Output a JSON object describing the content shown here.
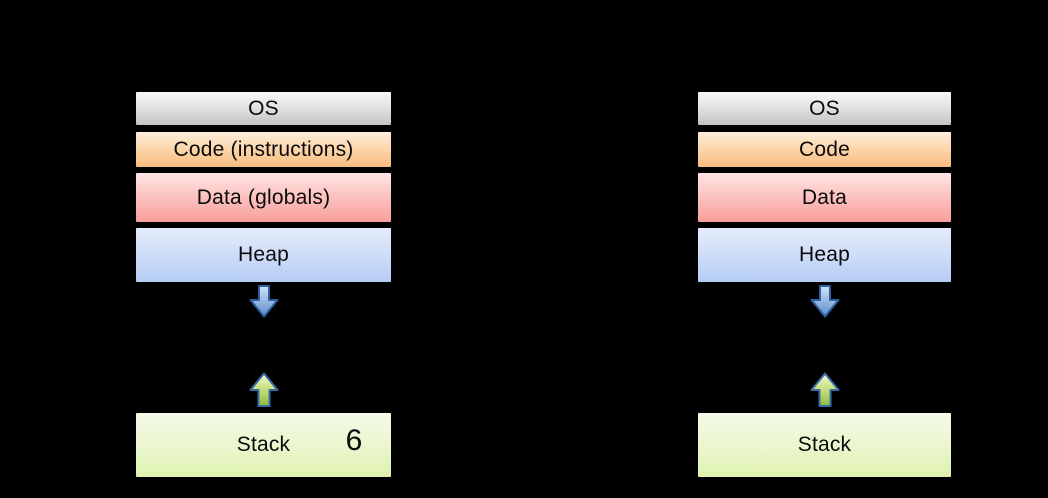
{
  "canvas": {
    "background": "#000000"
  },
  "slide_number": "6",
  "palette": {
    "os_top": "#f7f7f7",
    "os_bottom": "#c4c4c4",
    "code_top": "#fdeedb",
    "code_bottom": "#f9bc80",
    "data_top": "#ffe5e3",
    "data_bottom": "#f89e9c",
    "heap_top": "#e4edfb",
    "heap_bottom": "#b5ccf4",
    "stack_top": "#f4fae8",
    "stack_bottom": "#dff2ae",
    "arrow_blue_outline": "#2f5f9e",
    "arrow_blue_fill": "#5e8cc6",
    "arrow_green_fill": "#8fbe3a",
    "box_border": "#000000",
    "text": "#0a0a0a"
  },
  "diagrams": [
    {
      "id": "left",
      "segments": [
        {
          "key": "os",
          "label": "OS"
        },
        {
          "key": "code",
          "label": "Code (instructions)"
        },
        {
          "key": "data",
          "label": "Data (globals)"
        },
        {
          "key": "heap",
          "label": "Heap"
        }
      ],
      "heap_growth_arrow": "down",
      "stack_growth_arrow": "up",
      "stack": {
        "label": "Stack"
      }
    },
    {
      "id": "right",
      "segments": [
        {
          "key": "os",
          "label": "OS"
        },
        {
          "key": "code",
          "label": "Code"
        },
        {
          "key": "data",
          "label": "Data"
        },
        {
          "key": "heap",
          "label": "Heap"
        }
      ],
      "heap_growth_arrow": "down",
      "stack_growth_arrow": "up",
      "stack": {
        "label": "Stack"
      }
    }
  ]
}
